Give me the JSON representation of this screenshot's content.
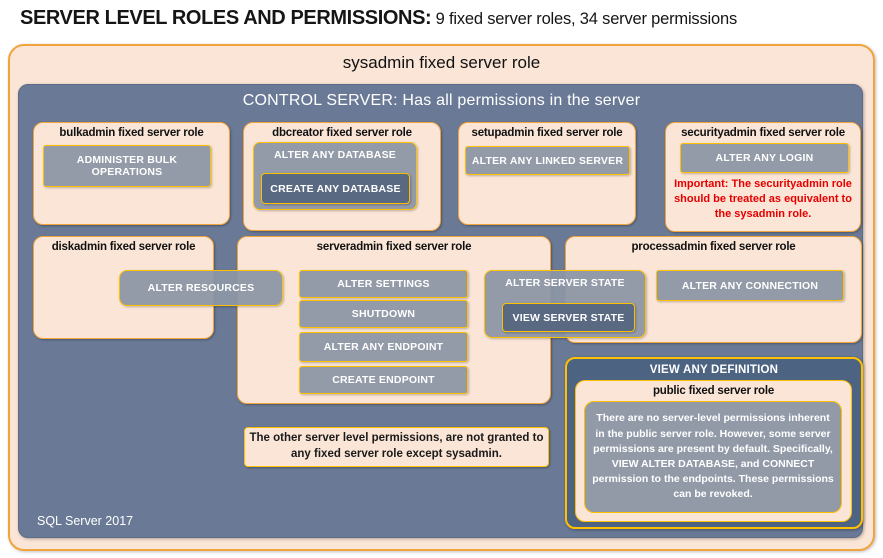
{
  "page_title": {
    "main": "SERVER LEVEL ROLES AND PERMISSIONS:",
    "sub": " 9 fixed server roles, 34 server permissions"
  },
  "sysadmin": {
    "label": "sysadmin fixed server role"
  },
  "control_server": {
    "label": "CONTROL SERVER: Has all permissions in the server",
    "footer": "SQL Server 2017"
  },
  "roles": {
    "bulkadmin": {
      "title": "bulkadmin fixed server role",
      "perm": "ADMINISTER  BULK OPERATIONS"
    },
    "dbcreator": {
      "title": "dbcreator fixed server role",
      "perm_outer": "ALTER ANY DATABASE",
      "perm_nested": "CREATE ANY DATABASE"
    },
    "setupadmin": {
      "title": "setupadmin fixed server role",
      "perm": "ALTER ANY LINKED SERVER"
    },
    "securityadmin": {
      "title": "securityadmin fixed server role",
      "perm": "ALTER ANY LOGIN",
      "warning": "Important: The securityadmin role should be treated as equivalent to the sysadmin role."
    },
    "diskadmin": {
      "title": "diskadmin fixed server role",
      "perm": "ALTER RESOURCES"
    },
    "serveradmin": {
      "title": "serveradmin fixed server role",
      "perms": [
        "ALTER SETTINGS",
        "SHUTDOWN",
        "ALTER ANY ENDPOINT",
        "CREATE ENDPOINT"
      ],
      "perm_outer": "ALTER SERVER STATE",
      "perm_nested": "VIEW SERVER STATE"
    },
    "processadmin": {
      "title": "processadmin fixed server role",
      "perm": "ALTER ANY CONNECTION"
    },
    "public": {
      "banner": "VIEW ANY DEFINITION",
      "title": "public fixed server role",
      "note": "There are no server-level permissions inherent in the public server role. However, some server permissions are present by default. Specifically, VIEW ALTER DATABASE, and CONNECT permission to the endpoints. These permissions can be revoked."
    }
  },
  "footnote": "The other server level permissions, are not granted to any fixed server role except sysadmin.",
  "colors": {
    "peach": "#FBE5D6",
    "orange_border": "#F2A43C",
    "gold_border": "#FFC000",
    "blue_background": "#6A7A96",
    "permission_fill": "#8C96A5",
    "permission_dark_fill": "#5A6982",
    "definition_panel_fill": "#4D6382",
    "warning_red": "#E60000"
  }
}
